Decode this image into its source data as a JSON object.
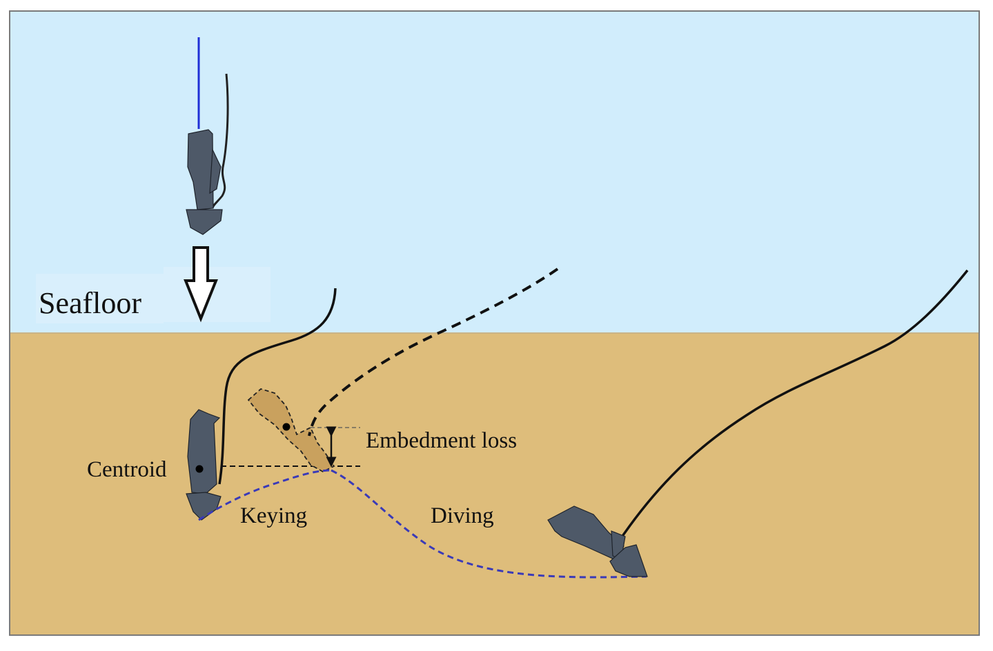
{
  "labels": {
    "seafloor": "Seafloor",
    "centroid": "Centroid",
    "embedment_loss": "Embedment loss",
    "keying": "Keying",
    "diving": "Diving"
  },
  "colors": {
    "water": "#d1edfc",
    "soil": "#debd7b",
    "anchor": "#4e5968",
    "anchor_ghost": "#c9a15e",
    "line_blue": "#1f2fd6",
    "trajectory": "#3a3ab8",
    "chain": "#111111",
    "border": "#7a7a7a"
  }
}
